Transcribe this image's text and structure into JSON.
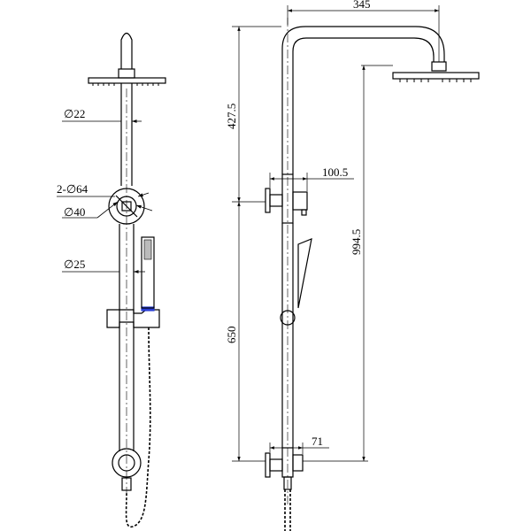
{
  "drawing": {
    "front_view": {
      "callouts": {
        "riser_diameter": "∅22",
        "outlet_diameter_2x": "2-∅64",
        "diverter_diameter": "∅40",
        "rail_diameter": "∅25"
      }
    },
    "side_view": {
      "dimensions": {
        "arm_reach": "345",
        "upper_height": "427.5",
        "diverter_projection": "100.5",
        "total_height": "994.5",
        "lower_height": "650",
        "inlet_projection": "71"
      }
    }
  },
  "colors": {
    "line": "#000000",
    "handshower_badge": "#2a3fd6"
  }
}
